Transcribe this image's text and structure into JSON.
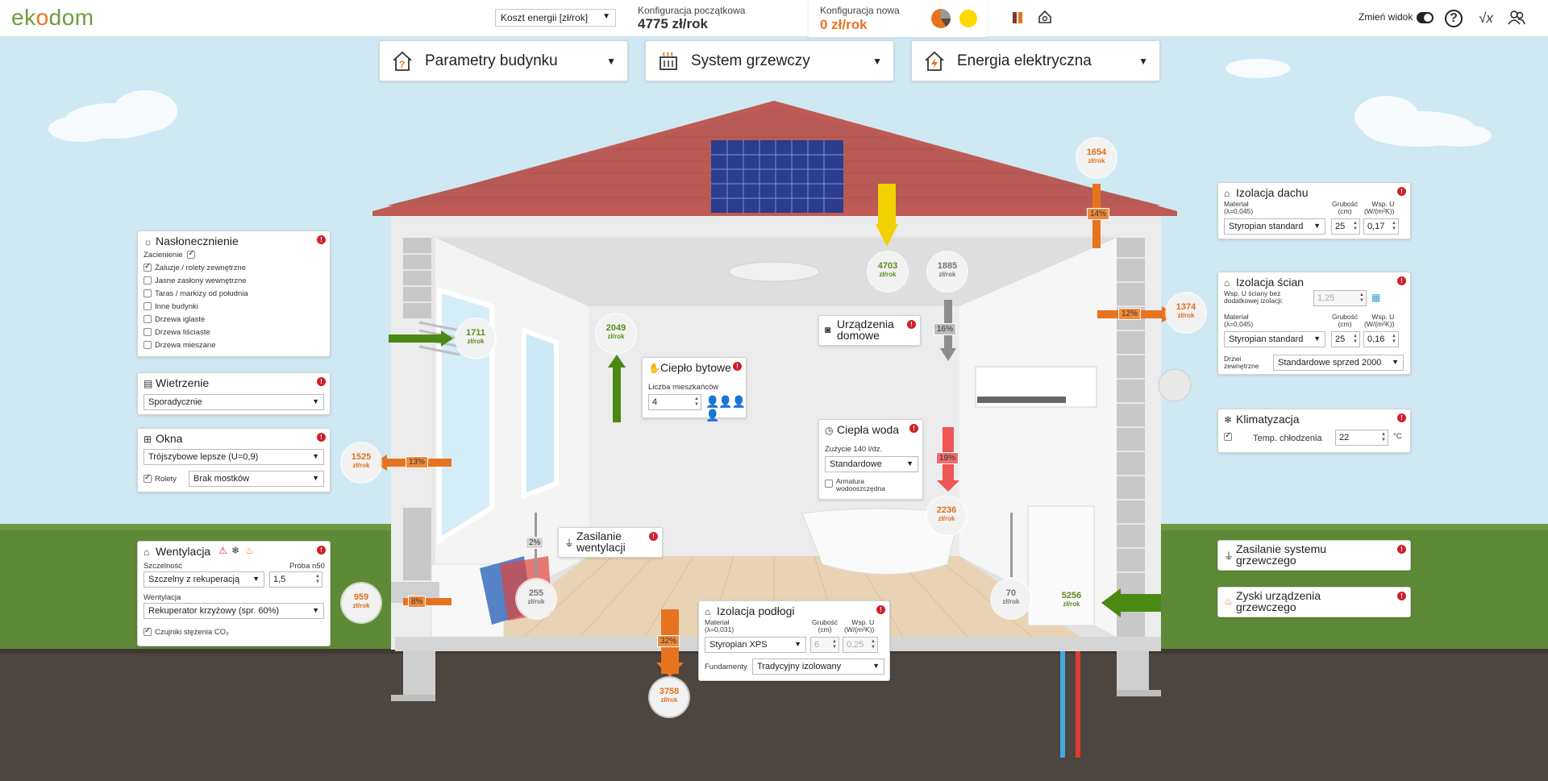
{
  "app": {
    "logo_prefix": "ek",
    "logo_mid": "o",
    "logo_suffix": "dom"
  },
  "topbar": {
    "metric_select": "Koszt energii [zł/rok]",
    "initial_label": "Konfiguracja początkowa",
    "initial_value": "4775 zł/rok",
    "new_label": "Konfiguracja nowa",
    "new_value": "0 zł/rok",
    "view_toggle_label": "Zmień widok",
    "colors": {
      "accent_orange": "#e8731f",
      "accent_green": "#6f9b3c"
    }
  },
  "nav": [
    {
      "label": "Parametry budynku"
    },
    {
      "label": "System grzewczy"
    },
    {
      "label": "Energia elektryczna"
    }
  ],
  "insolation": {
    "title": "Nasłonecznienie",
    "shading_label": "Zacienienie",
    "items": [
      {
        "label": "Żaluzje / rolety zewnętrzne",
        "checked": true
      },
      {
        "label": "Jasne zasłony wewnętrzne",
        "checked": false
      },
      {
        "label": "Taras / markizy od południa",
        "checked": false
      },
      {
        "label": "Inne budynki",
        "checked": false
      },
      {
        "label": "Drzewa iglaste",
        "checked": false
      },
      {
        "label": "Drzewa liściaste",
        "checked": false
      },
      {
        "label": "Drzewa mieszane",
        "checked": false
      }
    ]
  },
  "airing": {
    "title": "Wietrzenie",
    "value": "Sporadycznie"
  },
  "windows": {
    "title": "Okna",
    "value": "Trójszybowe lepsze (U=0,9)",
    "shutters_label": "Rolety",
    "bridge_value": "Brak mostków"
  },
  "ventilation": {
    "title": "Wentylacja",
    "tightness_label": "Szczelność",
    "test_label": "Próba n50",
    "tightness_value": "Szczelny z rekuperacją",
    "test_value": "1,5",
    "vent_label": "Wentylacja",
    "vent_value": "Rekuperator krzyżowy (spr. 60%)",
    "co2_label": "Czujniki stężenia CO₂"
  },
  "home_heat": {
    "title": "Ciepło bytowe",
    "residents_label": "Liczba mieszkańców",
    "residents_value": "4"
  },
  "appliances": {
    "title": "Urządzenia\ndomowe"
  },
  "hot_water": {
    "title": "Ciepła woda",
    "usage_label": "Zużycie 140 l/dz.",
    "usage_value": "Standardowe",
    "fittings_label": "Armatura\nwodooszczędna"
  },
  "vent_power": {
    "title": "Zasilanie\nwentylacji"
  },
  "floor_insulation": {
    "title": "Izolacja podłogi",
    "material_label": "Materiał\n(λ=0,031)",
    "thickness_label": "Grubość\n(cm)",
    "u_label": "Wsp. U\n(W/(m²K))",
    "material_value": "Styropian XPS",
    "thickness_value": "6",
    "u_value": "0,25",
    "foundation_label": "Fundamenty",
    "foundation_value": "Tradycyjny izolowany"
  },
  "roof_insulation": {
    "title": "Izolacja dachu",
    "material_label": "Materiał\n(λ=0,045)",
    "thickness_label": "Grubość\n(cm)",
    "u_label": "Wsp. U\n(W/(m²K))",
    "material_value": "Styropian standard",
    "thickness_value": "25",
    "u_value": "0,17"
  },
  "wall_insulation": {
    "title": "Izolacja ścian",
    "u_without_label": "Wsp. U ściany bez\ndodatkowej izolacji:",
    "u_without_value": "1,25",
    "material_label": "Materiał\n(λ=0,045)",
    "thickness_label": "Grubość\n(cm)",
    "u_label": "Wsp. U\n(W/(m²K))",
    "material_value": "Styropian standard",
    "thickness_value": "25",
    "u_value": "0,16",
    "doors_label": "Drzwi\nzewnętrzne",
    "doors_value": "Standardowe sprzed 2000"
  },
  "ac": {
    "title": "Klimatyzacja",
    "temp_label": "Temp. chłodzenia",
    "temp_value": "22",
    "temp_unit": "°C"
  },
  "heating_power": {
    "title": "Zasilanie systemu\ngrzewczego"
  },
  "heating_gains": {
    "title": "Zyski urządzenia\ngrzewczego"
  },
  "flows": {
    "solar": {
      "value": "4703",
      "unit": "zł/rok"
    },
    "appliances": {
      "value": "1885",
      "unit": "zł/rok",
      "pct": "16%"
    },
    "roof": {
      "value": "1654",
      "unit": "zł/rok",
      "pct": "14%"
    },
    "walls": {
      "value": "1374",
      "unit": "zł/rok",
      "pct": "12%"
    },
    "insolation": {
      "value": "1711",
      "unit": "zł/rok"
    },
    "home_heat": {
      "value": "2049",
      "unit": "zł/rok"
    },
    "windows": {
      "value": "1525",
      "unit": "zł/rok",
      "pct": "13%"
    },
    "hot_water": {
      "value": "2236",
      "unit": "zł/rok",
      "pct": "19%"
    },
    "vent_power": {
      "value": "255",
      "unit": "zł/rok",
      "pct": "2%"
    },
    "ventilation": {
      "value": "959",
      "unit": "zł/rok",
      "pct": "8%"
    },
    "floor": {
      "value": "3758",
      "unit": "zł/rok",
      "pct": "32%"
    },
    "heating_power": {
      "value": "70",
      "unit": "zł/rok"
    },
    "heating_gains": {
      "value": "5256",
      "unit": "zł/rok"
    }
  }
}
